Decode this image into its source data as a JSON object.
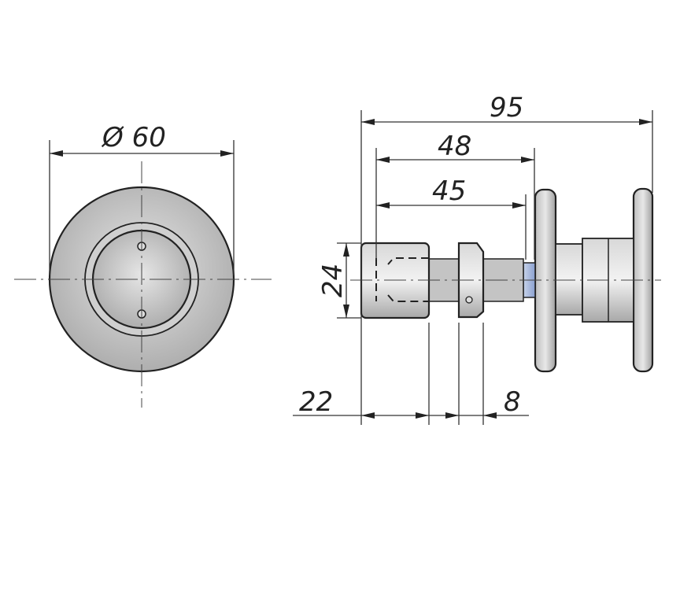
{
  "drawing": {
    "front_view": {
      "diameter_label": "Ø 60"
    },
    "side_view": {
      "overall_length_label": "95",
      "length_48_label": "48",
      "length_45_label": "45",
      "cap_diameter_label": "24",
      "cap_length_label": "22",
      "nut_width_label": "8"
    }
  },
  "colors": {
    "metal": "#c8c8c8",
    "line": "#222222",
    "neck": "#9fb3d9"
  }
}
